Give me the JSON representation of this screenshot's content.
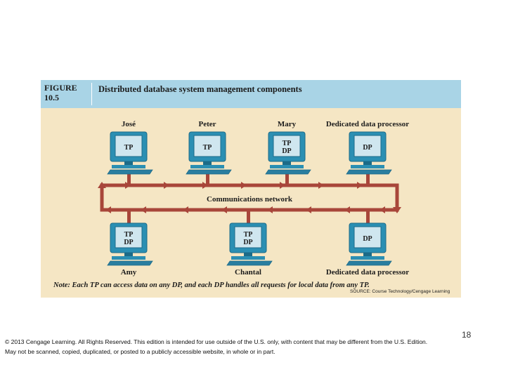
{
  "figure": {
    "label_line1": "FIGURE",
    "label_line2": "10.5",
    "title": "Distributed database system management components",
    "top_nodes": [
      {
        "name": "José",
        "screen_lines": [
          "TP"
        ]
      },
      {
        "name": "Peter",
        "screen_lines": [
          "TP"
        ]
      },
      {
        "name": "Mary",
        "screen_lines": [
          "TP",
          "DP"
        ]
      },
      {
        "name": "Dedicated data processor",
        "screen_lines": [
          "DP"
        ]
      }
    ],
    "bottom_nodes": [
      {
        "name": "Amy",
        "screen_lines": [
          "TP",
          "DP"
        ]
      },
      {
        "name": "Chantal",
        "screen_lines": [
          "TP",
          "DP"
        ]
      },
      {
        "name": "Dedicated data processor",
        "screen_lines": [
          "DP"
        ]
      }
    ],
    "network_label": "Communications network",
    "note": "Note: Each TP can access data on any DP, and each DP handles all requests for local data from any TP.",
    "source": "SOURCE: Course Technology/Cengage Learning",
    "colors": {
      "background": "#f5e6c4",
      "header": "#a9d4e6",
      "network": "#a8463a",
      "computer": "#2b8fb3",
      "screen": "#cfe6ef"
    }
  },
  "page_number": "18",
  "footer": {
    "line1": "© 2013 Cengage Learning. All Rights Reserved. This edition is intended for use outside of the U.S. only, with content that may be different from the U.S. Edition.",
    "line2": "May not be scanned, copied, duplicated, or posted to a publicly accessible website, in whole or in part."
  }
}
